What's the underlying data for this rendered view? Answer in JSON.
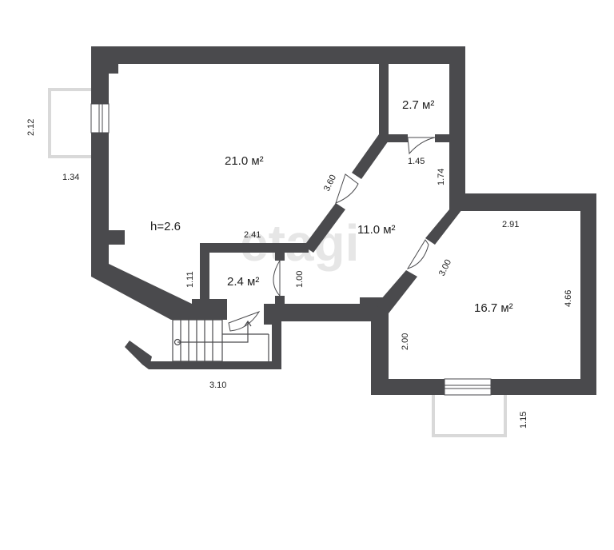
{
  "watermark": "etagi",
  "rooms": {
    "main_room": "21.0 м²",
    "small_top_room": "2.7 м²",
    "hall": "11.0 м²",
    "small_room": "2.4 м²",
    "right_room": "16.7 м²"
  },
  "ceiling_height": "h=2.6",
  "dimensions": {
    "balcony_left_height": "2.12",
    "balcony_left_width": "1.34",
    "door_main_to_hall": "3.60",
    "door_small_top": "1.45",
    "wall_small_top": "1.74",
    "partition_width": "2.41",
    "right_room_top": "2.91",
    "right_room_diag": "3.00",
    "right_room_side": "4.66",
    "small_room_left": "1.11",
    "small_room_right": "1.00",
    "right_room_lower_left": "2.00",
    "balcony_right_height": "1.15",
    "stair_width": "3.10"
  }
}
